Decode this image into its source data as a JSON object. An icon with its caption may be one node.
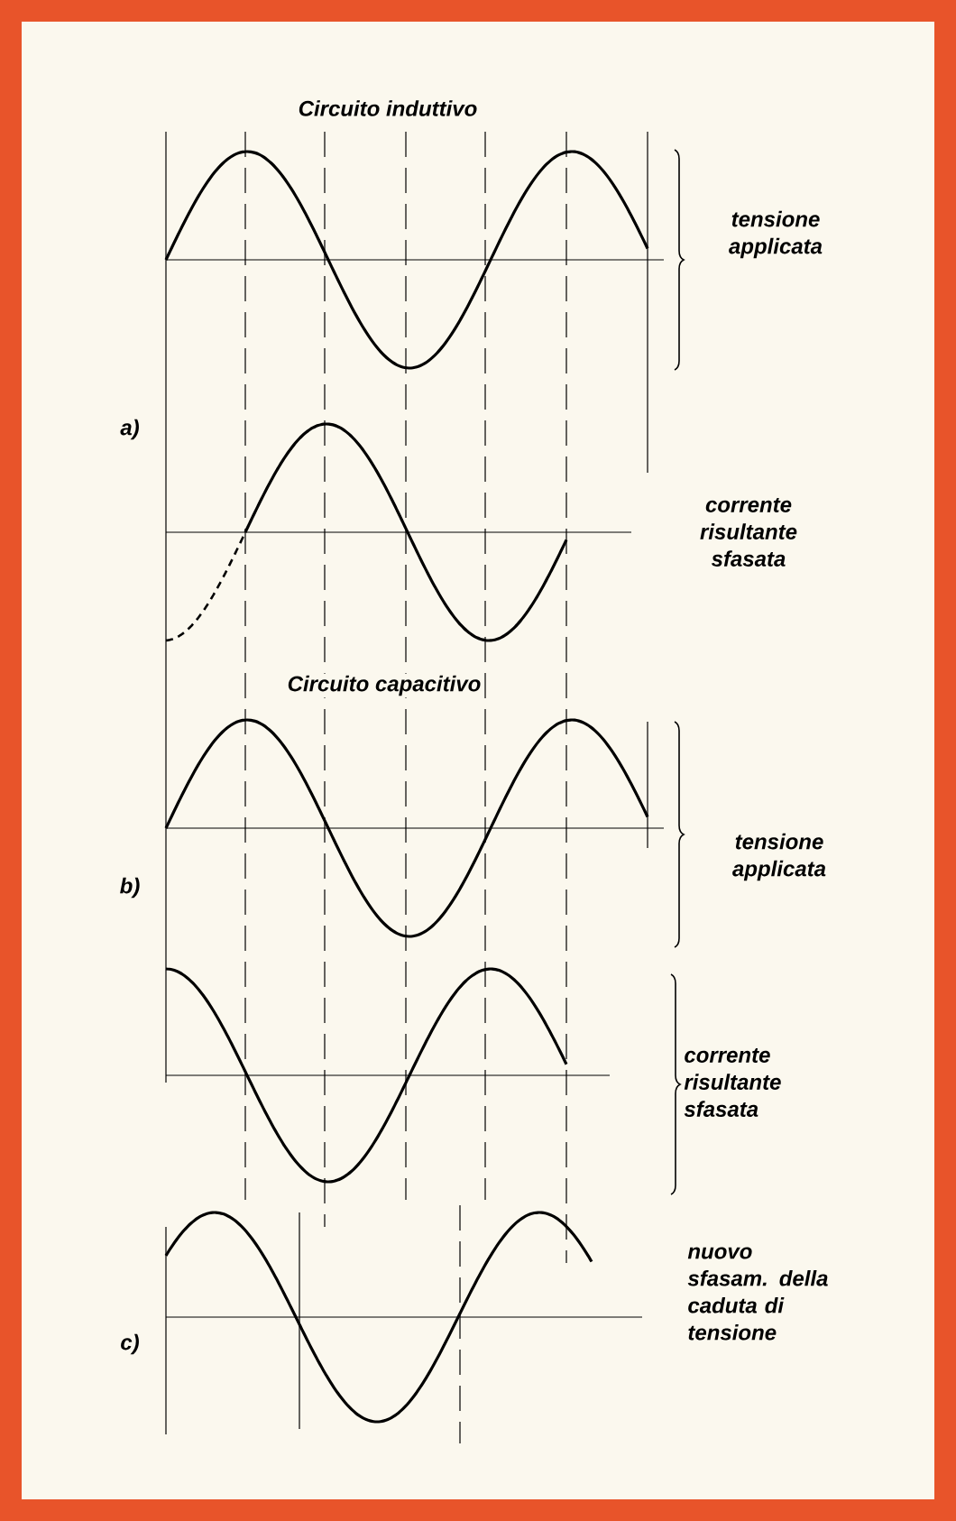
{
  "diagram": {
    "labels": [
      "Circuito induttivo",
      "tensione applicata",
      "a)",
      "corrente risultante sfasata",
      "Circuito capacitivo",
      "tensione applicata",
      "b)",
      "corrente risultante sfasata",
      "nuovo sfasam. della caduta di tensione",
      "c)"
    ]
  }
}
